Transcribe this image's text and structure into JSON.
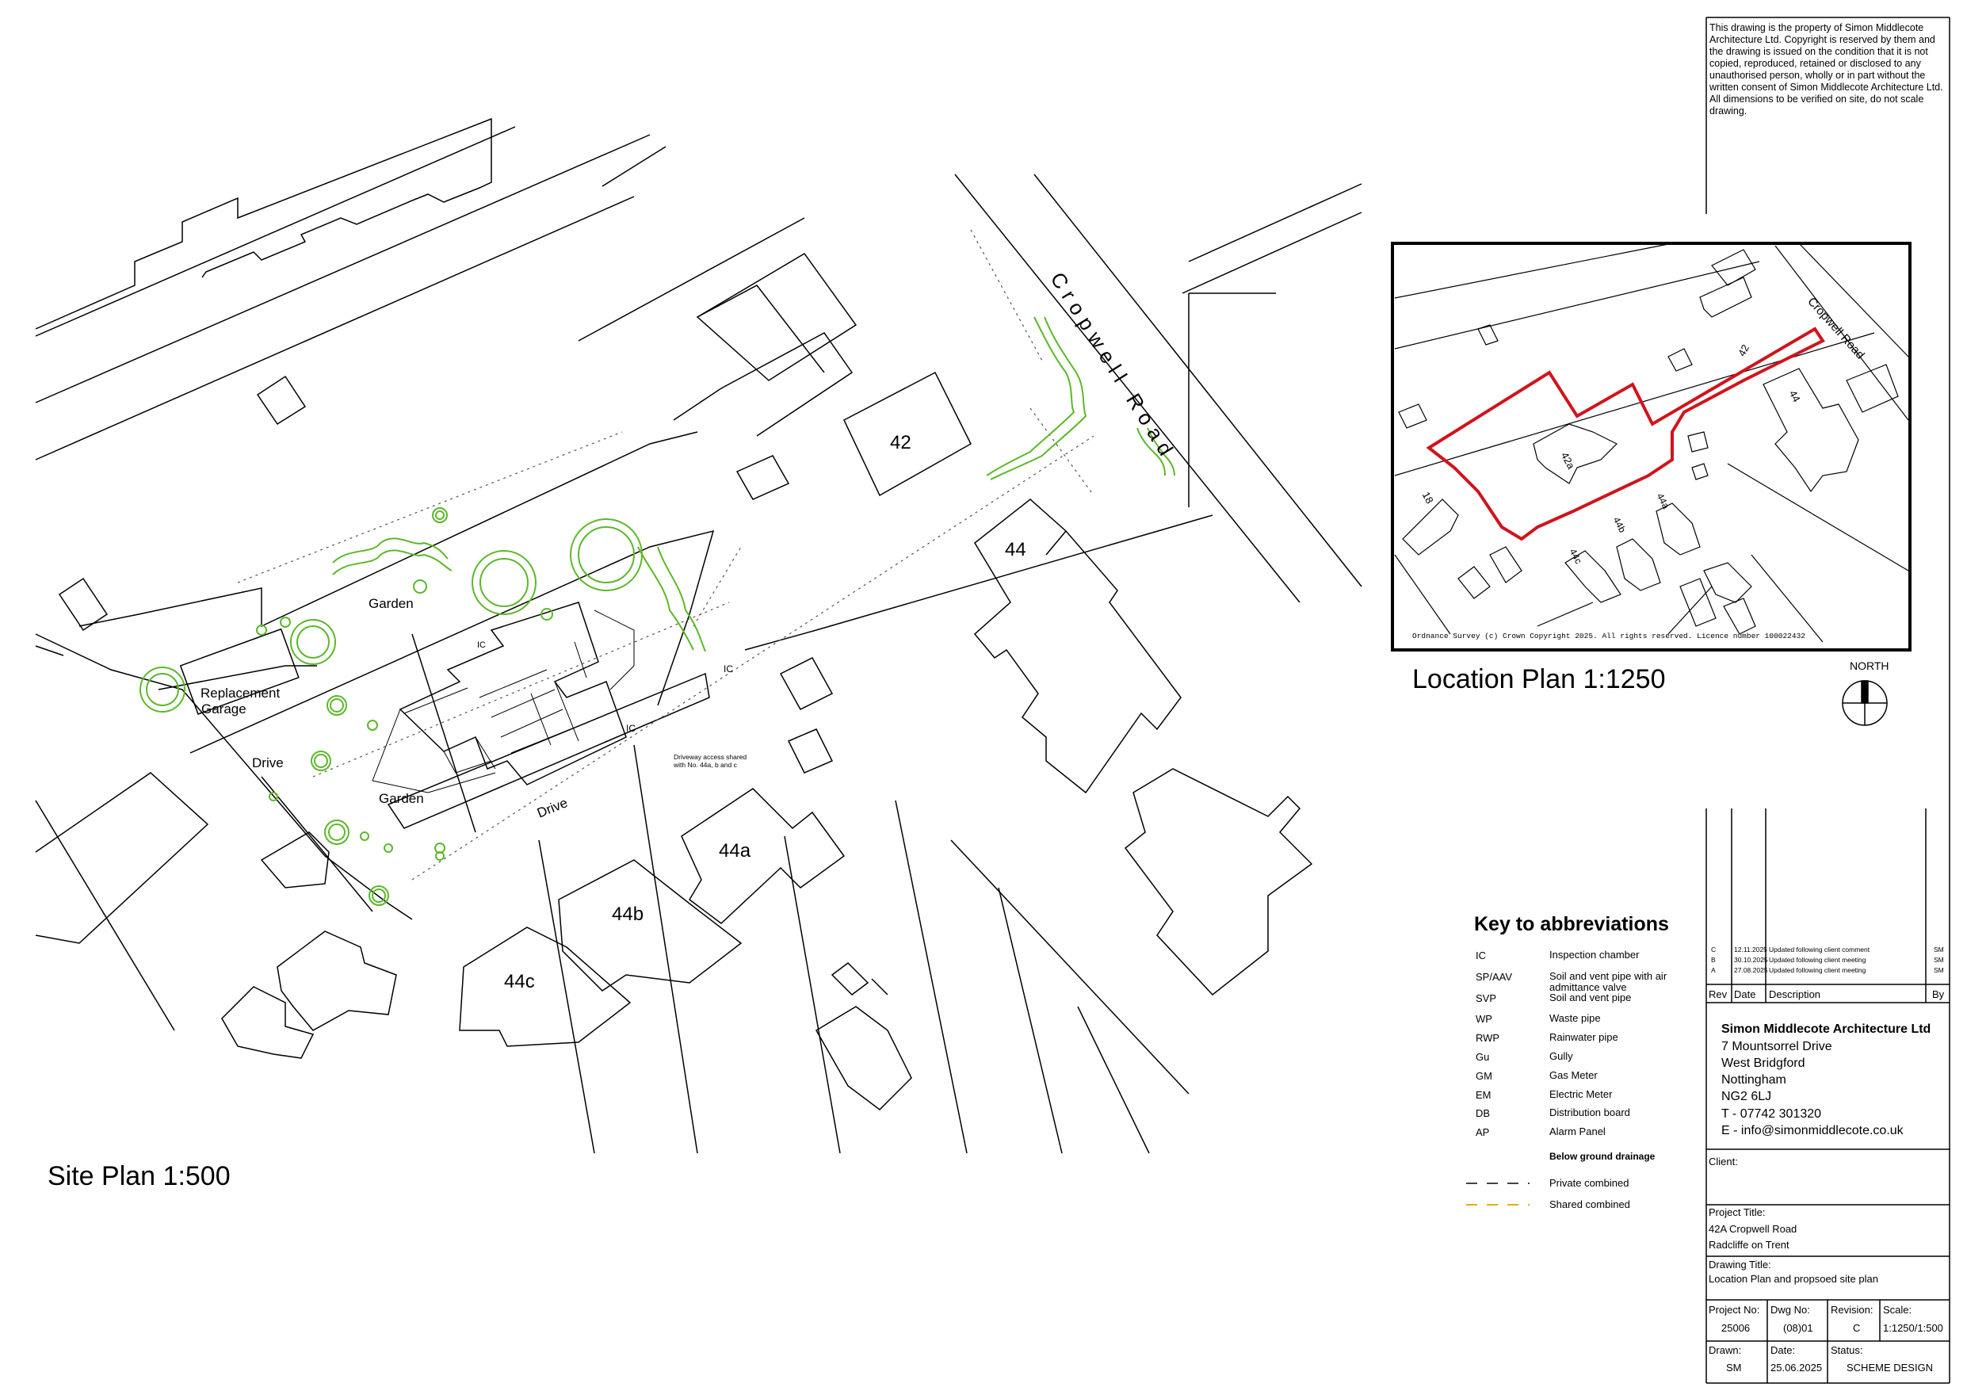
{
  "copyright_note": "This drawing is the property of Simon Middlecote Architecture Ltd. Copyright is reserved by them and the drawing is issued on the condition that it is not copied, reproduced, retained or disclosed to any unauthorised person, wholly or in part without the written consent of Simon Middlecote Architecture Ltd. All dimensions to be verified on site, do not scale drawing.",
  "site_plan": {
    "title": "Site Plan 1:500",
    "road_name": "Cropwell Road",
    "labels": {
      "house_42": "42",
      "house_44": "44",
      "house_44a": "44a",
      "house_44b": "44b",
      "house_44c": "44c",
      "garden_north": "Garden",
      "garden_south": "Garden",
      "drive_west": "Drive",
      "drive_south": "Drive",
      "garage_line1": "Replacement",
      "garage_line2": "Garage",
      "ic_1": "IC",
      "ic_2": "IC",
      "ic_3": "IC",
      "driveway_note_1": "Driveway access shared",
      "driveway_note_2": "with No. 44a, b and c"
    }
  },
  "location_plan": {
    "title": "Location Plan 1:1250",
    "road_name": "Cropwell Road",
    "ordnance_note": "Ordnance Survey (c) Crown Copyright 2025. All rights reserved. Licence number 100022432",
    "labels": {
      "n18": "18",
      "n42": "42",
      "n42a": "42a",
      "n44": "44",
      "n44a": "44a",
      "n44b": "44b",
      "n44c": "44c"
    },
    "boundary_color": "#d0141c"
  },
  "north": {
    "label": "NORTH"
  },
  "key": {
    "title": "Key to abbreviations",
    "items": [
      {
        "abbr": "IC",
        "desc": "Inspection chamber"
      },
      {
        "abbr": "SP/AAV",
        "desc": "Soil and vent pipe with air admittance valve"
      },
      {
        "abbr": "SVP",
        "desc": "Soil and vent pipe"
      },
      {
        "abbr": "WP",
        "desc": "Waste pipe"
      },
      {
        "abbr": "RWP",
        "desc": "Rainwater pipe"
      },
      {
        "abbr": "Gu",
        "desc": "Gully"
      },
      {
        "abbr": "GM",
        "desc": "Gas Meter"
      },
      {
        "abbr": "EM",
        "desc": "Electric Meter"
      },
      {
        "abbr": "DB",
        "desc": "Distribution board"
      },
      {
        "abbr": "AP",
        "desc": "Alarm Panel"
      }
    ],
    "drainage_heading": "Below ground drainage",
    "drainage": [
      {
        "desc": "Private combined",
        "color": "#444444"
      },
      {
        "desc": "Shared combined",
        "color": "#e0b000"
      }
    ]
  },
  "revisions": {
    "rows": [
      {
        "rev": "C",
        "date": "12.11.2025",
        "desc": "Updated following client comment",
        "by": "SM"
      },
      {
        "rev": "B",
        "date": "30.10.2025",
        "desc": "Updated following client meeting",
        "by": "SM"
      },
      {
        "rev": "A",
        "date": "27.08.2025",
        "desc": "Updated following client meeting",
        "by": "SM"
      }
    ],
    "headers": {
      "rev": "Rev",
      "date": "Date",
      "desc": "Description",
      "by": "By"
    }
  },
  "company": {
    "name": "Simon Middlecote Architecture Ltd",
    "address": [
      "7 Mountsorrel Drive",
      "West Bridgford",
      "Nottingham",
      "NG2 6LJ"
    ],
    "phone": "T - 07742 301320",
    "email": "E - info@simonmiddlecote.co.uk"
  },
  "title_block": {
    "client_label": "Client:",
    "project_label": "Project Title:",
    "project_line1": "42A Cropwell Road",
    "project_line2": "Radcliffe on Trent",
    "drawing_label": "Drawing Title:",
    "drawing_title": "Location Plan and propsoed site plan",
    "project_no_label": "Project No:",
    "project_no": "25006",
    "dwg_no_label": "Dwg No:",
    "dwg_no": "(08)01",
    "revision_label": "Revision:",
    "revision": "C",
    "scale_label": "Scale:",
    "scale": "1:1250/1:500",
    "drawn_label": "Drawn:",
    "drawn": "SM",
    "date_label": "Date:",
    "date": "25.06.2025",
    "status_label": "Status:",
    "status": "SCHEME DESIGN"
  }
}
